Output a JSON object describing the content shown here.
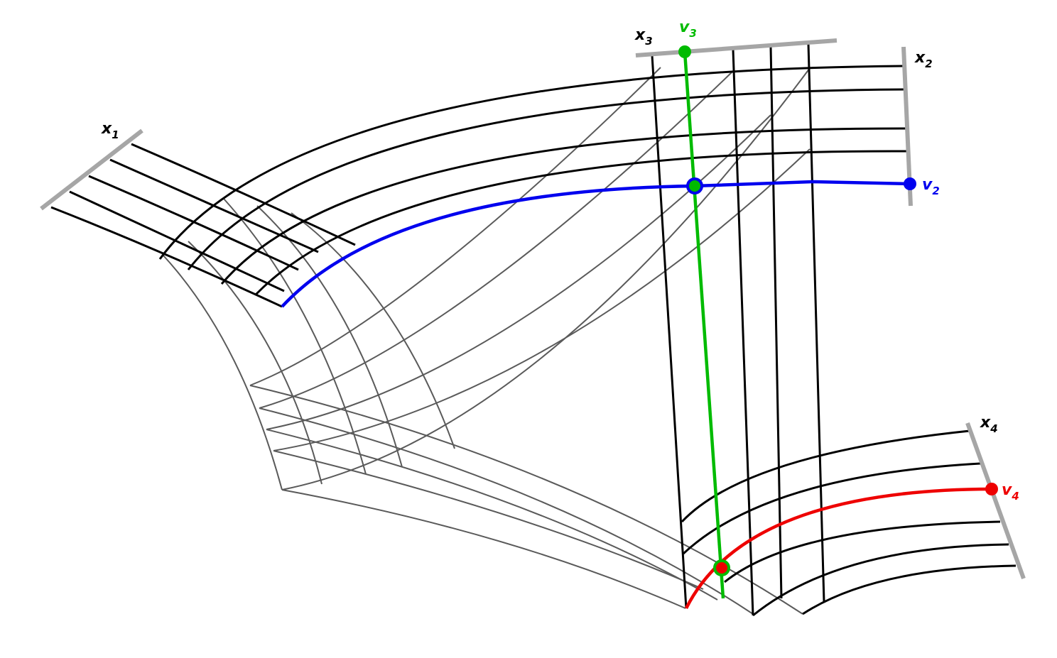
{
  "diagram": {
    "colors": {
      "background": "#ffffff",
      "axis": "#a6a6a6",
      "grid_primary": "#000000",
      "grid_secondary": "#5a5a5a",
      "v2": "#0000ee",
      "v3": "#00bb00",
      "v4": "#ee0000"
    },
    "axes": [
      {
        "var": "x",
        "sub": "1"
      },
      {
        "var": "x",
        "sub": "2"
      },
      {
        "var": "x",
        "sub": "3"
      },
      {
        "var": "x",
        "sub": "4"
      }
    ],
    "vectors": [
      {
        "var": "v",
        "sub": "2",
        "color": "#0000ee"
      },
      {
        "var": "v",
        "sub": "3",
        "color": "#00bb00"
      },
      {
        "var": "v",
        "sub": "4",
        "color": "#ee0000"
      }
    ]
  }
}
